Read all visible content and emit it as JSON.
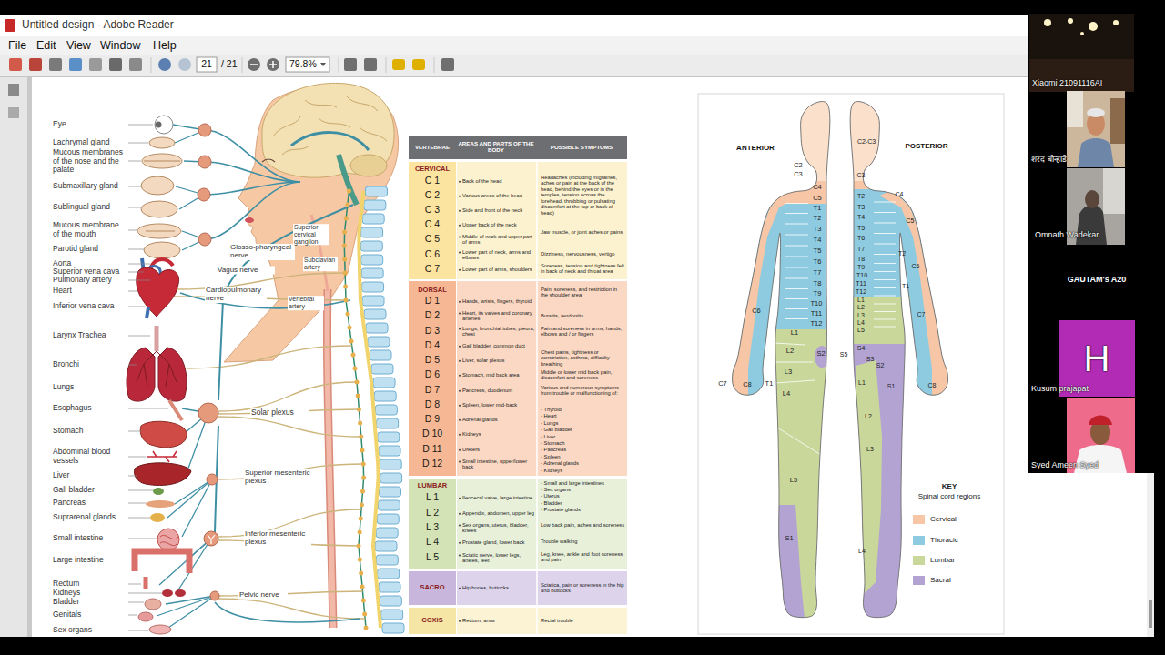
{
  "diagram": {
    "nodes": [
      {
        "text": [
          "Xiaomi 21091116AI"
        ]
      },
      {
        "text": [
          "शरद बोन्हाडे"
        ]
      },
      {
        "text": [
          "Omnath Wadekar"
        ]
      },
      {
        "text": [
          "GAUTAM's A20"
        ]
      },
      {
        "text": [
          "H",
          "Kusum prajapat"
        ]
      },
      {
        "text": [
          "Syed Ameen Syed"
        ]
      }
    ],
    "labels": [
      "Untitled design - Adobe Reader",
      "File",
      "Edit",
      "View",
      "Window",
      "Help",
      "21",
      "/ 21",
      "79.8%",
      "Eye",
      "Lachrymal gland",
      "Mucous membranes of the nose and the palate",
      "Submaxillary gland",
      "Sublingual gland",
      "Mucous membrane of the mouth",
      "Parotid gland",
      "Aorta",
      "Superior vena cava",
      "Pulmonary artery",
      "Heart",
      "Inferior vena cava",
      "Larynx Trachea",
      "Bronchi",
      "Lungs",
      "Esophagus",
      "Stomach",
      "Abdominal blood vessels",
      "Liver",
      "Gall bladder",
      "Pancreas",
      "Suprarenal glands",
      "Small intestine",
      "Large intestine",
      "Rectum",
      "Kidneys",
      "Bladder",
      "Genitals",
      "Sex organs",
      "Glosso-pharyngeal nerve",
      "Vagus nerve",
      "Superior cervical ganglion",
      "Subclavian artery",
      "Cardiopulmonary nerve",
      "Vertebral artery",
      "Solar plexus",
      "Superior mesenteric plexus",
      "Inferior mesenteric plexus",
      "Pelvic nerve",
      "VERTEBRAE",
      "AREAS AND PARTS OF THE BODY",
      "POSSIBLE SYMPTOMS",
      "CERVICAL",
      "C 1",
      "Back of the head",
      "C 2",
      "Various areas of the head",
      "C 3",
      "Side and front of the neck",
      "C 4",
      "Upper back of the neck",
      "C 5",
      "Middle of neck and upper part of arms",
      "C 6",
      "Lower part of neck, arms and elbows",
      "C 7",
      "Lower part of arms, shoulders",
      "Headaches (including migraines, aches or pain at the back of the head, behind the eyes or in the temples, tension across the forehead, throbbing or pulsating discomfort at the top or back of head)",
      "Jaw muscle, or joint aches or pains",
      "Dizziness, nervousness, vertigo",
      "Soreness, tension and tightness felt in back of neck and throat area",
      "DORSAL",
      "D 1",
      "Hands, wrists, fingers, thyroid",
      "D 2",
      "Heart, its valves and coronary arteries",
      "D 3",
      "Lungs, bronchial tubes, pleura, chest",
      "D 4",
      "Gall bladder, common duct",
      "D 5",
      "Liver, solar plexus",
      "D 6",
      "Stomach, mid back area",
      "D 7",
      "Pancreas, duodenum",
      "D 8",
      "Spleen, lower mid-back",
      "D 9",
      "Adrenal glands",
      "D 10",
      "Kidneys",
      "D 11",
      "Ureters",
      "D 12",
      "Small intestine, upper/lower back",
      "Pain, soreness, and restriction in the shoulder area",
      "Bursitis, tendonitis",
      "Pain and soreness in arms, hands, elbows and / or fingers",
      "Chest pains, tightness or constriction, asthma, difficulty breathing",
      "Middle or lower mid back pain, discomfort and soreness",
      "Various and numerous symptoms from trouble or malfunctioning of:",
      "- Thyroid",
      "- Heart",
      "- Lungs",
      "- Gall bladder",
      "- Liver",
      "- Stomach",
      "- Pancreas",
      "- Spleen",
      "- Adrenal glands",
      "- Kidneys",
      "LUMBAR",
      "L 1",
      "Ileocecal valve, large intestine",
      "L 2",
      "Appendix, abdomen, upper leg",
      "L 3",
      "Sex organs, uterus, bladder, knees",
      "L 4",
      "Prostate gland, lower back",
      "L 5",
      "Sciatic nerve, lower legs, ankles, feet",
      "- Small and large intestines",
      "- Sex organs",
      "- Uterus",
      "- Bladder",
      "- Prostate glands",
      "Low back pain, aches and soreness",
      "Trouble walking",
      "Leg, knee, ankle and foot soreness and pain",
      "SACRO",
      "Hip bones, buttocks",
      "Sciatica, pain or soreness in the hip and buttocks",
      "COXIS",
      "Rectum, anus",
      "Rectal trouble",
      "ANTERIOR",
      "POSTERIOR",
      "C2",
      "C3",
      "C4",
      "C5",
      "T1",
      "T2",
      "T3",
      "T4",
      "T5",
      "T6",
      "T7",
      "T8",
      "T9",
      "T10",
      "T11",
      "T12",
      "L1",
      "L2",
      "S2",
      "L3",
      "L4",
      "C6",
      "C7",
      "C8",
      "T1",
      "L5",
      "S1",
      "C2-C3",
      "C3",
      "T2",
      "T3",
      "T4",
      "T5",
      "T6",
      "T7",
      "T8",
      "T9",
      "T10",
      "T11",
      "T12",
      "L1",
      "L2",
      "L3",
      "L4",
      "L5",
      "C4",
      "C5",
      "T2",
      "C6",
      "T1",
      "C7",
      "S5",
      "S4",
      "S3",
      "S2",
      "L1",
      "S1",
      "C8",
      "L2",
      "L3",
      "L4",
      "KEY",
      "Spinal cord regions"
    ],
    "legend": [
      {
        "text": "Cervical",
        "color": "#f6c6a6"
      },
      {
        "text": "Thoracic",
        "color": "#8fcbe0"
      },
      {
        "text": "Lumbar",
        "color": "#c9d79a"
      },
      {
        "text": "Sacral",
        "color": "#b3a3d3"
      }
    ]
  }
}
